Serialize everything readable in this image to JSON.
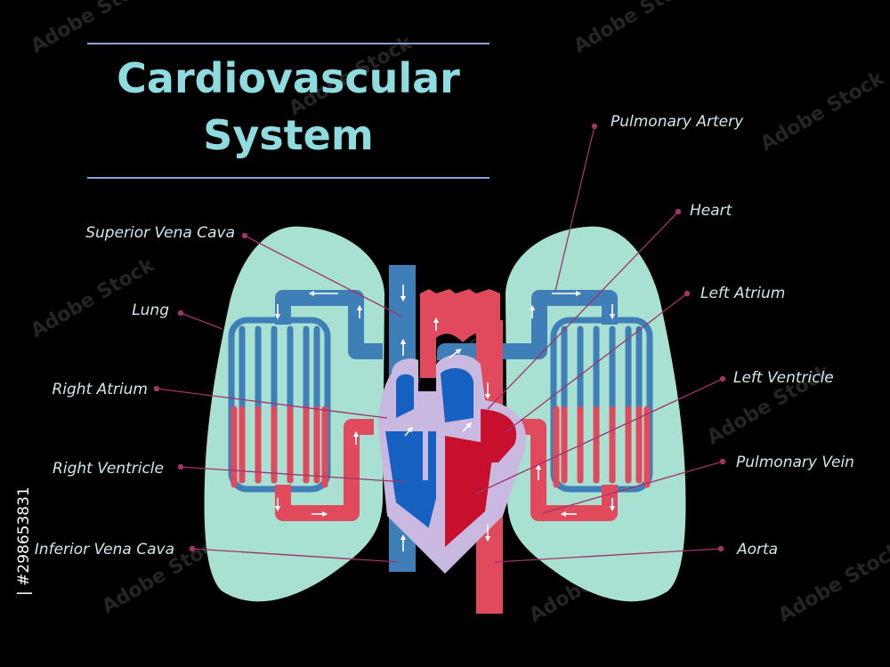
{
  "title": {
    "line1": "Cardiovascular",
    "line2": "System"
  },
  "labels": {
    "superior_vena_cava": "Superior Vena Cava",
    "lung": "Lung",
    "right_atrium": "Right Atrium",
    "right_ventricle": "Right Ventricle",
    "inferior_vena_cava": "Inferior Vena Cava",
    "pulmonary_artery": "Pulmonary Artery",
    "heart": "Heart",
    "left_atrium": "Left Atrium",
    "left_ventricle": "Left Ventricle",
    "pulmonary_vein": "Pulmonary Vein",
    "aorta": "Aorta"
  },
  "watermark": "Adobe Stock",
  "stock_id": "| #298653831",
  "colors": {
    "background": "#000000",
    "title": "#8fdce0",
    "label_text": "#cde8ec",
    "leader_line": "#a0336a",
    "lung": "#a8e0d2",
    "deoxygenated": "#3f7fb8",
    "deoxygenated_light": "#5a9dd0",
    "oxygenated": "#e04a5c",
    "heart_outline": "#c9b8e0",
    "heart_blue": "#1560c0",
    "heart_red": "#c8102e",
    "flow_arrow": "#ffffff"
  }
}
